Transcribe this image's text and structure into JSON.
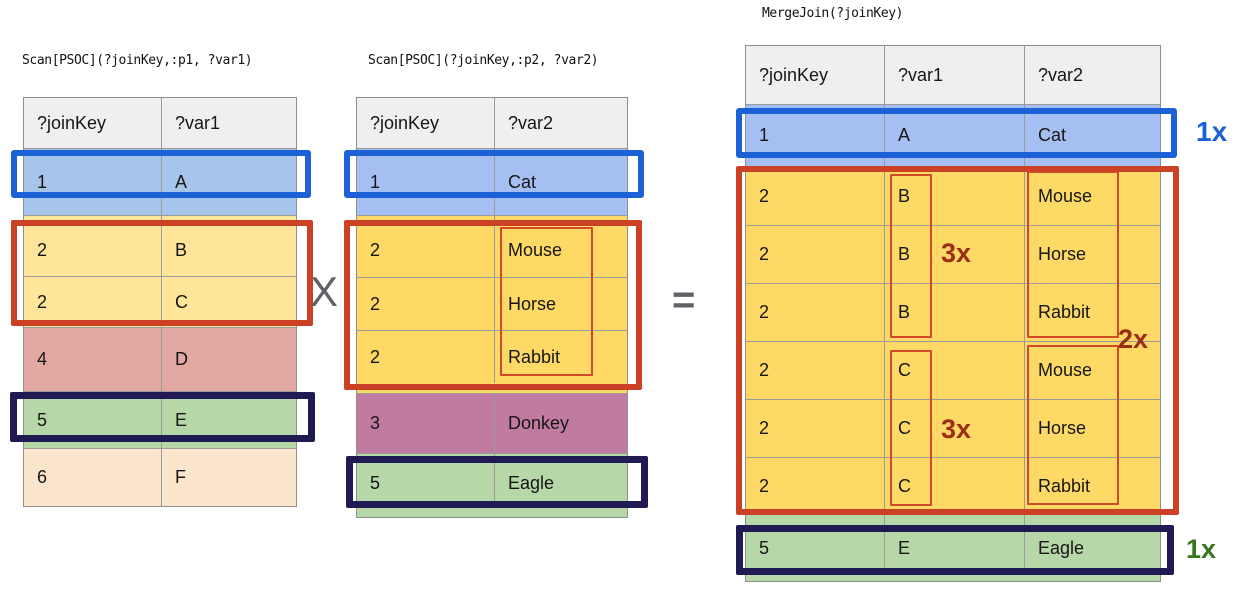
{
  "titles": {
    "left": "Scan[PSOC](?joinKey,:p1, ?var1)",
    "middle": "Scan[PSOC](?joinKey,:p2, ?var2)",
    "right": "MergeJoin(?joinKey)"
  },
  "operators": {
    "times": "X",
    "equals": "="
  },
  "left_table": {
    "headers": [
      "?joinKey",
      "?var1"
    ],
    "rows": [
      {
        "key": "1",
        "val": "A",
        "color": "blue"
      },
      {
        "key": "2",
        "val": "B",
        "color": "yellow"
      },
      {
        "key": "2",
        "val": "C",
        "color": "yellow"
      },
      {
        "key": "4",
        "val": "D",
        "color": "pink"
      },
      {
        "key": "5",
        "val": "E",
        "color": "green"
      },
      {
        "key": "6",
        "val": "F",
        "color": "peach"
      }
    ]
  },
  "middle_table": {
    "headers": [
      "?joinKey",
      "?var2"
    ],
    "rows": [
      {
        "key": "1",
        "val": "Cat",
        "color": "blue"
      },
      {
        "key": "2",
        "val": "Mouse",
        "color": "yellow"
      },
      {
        "key": "2",
        "val": "Horse",
        "color": "yellow"
      },
      {
        "key": "2",
        "val": "Rabbit",
        "color": "yellow"
      },
      {
        "key": "3",
        "val": "Donkey",
        "color": "magenta"
      },
      {
        "key": "5",
        "val": "Eagle",
        "color": "green"
      }
    ]
  },
  "right_table": {
    "headers": [
      "?joinKey",
      "?var1",
      "?var2"
    ],
    "rows": [
      {
        "key": "1",
        "var1": "A",
        "var2": "Cat",
        "color": "blue"
      },
      {
        "key": "2",
        "var1": "B",
        "var2": "Mouse",
        "color": "yellow"
      },
      {
        "key": "2",
        "var1": "B",
        "var2": "Horse",
        "color": "yellow"
      },
      {
        "key": "2",
        "var1": "B",
        "var2": "Rabbit",
        "color": "yellow"
      },
      {
        "key": "2",
        "var1": "C",
        "var2": "Mouse",
        "color": "yellow"
      },
      {
        "key": "2",
        "var1": "C",
        "var2": "Horse",
        "color": "yellow"
      },
      {
        "key": "2",
        "var1": "C",
        "var2": "Rabbit",
        "color": "yellow"
      },
      {
        "key": "5",
        "var1": "E",
        "var2": "Eagle",
        "color": "green"
      }
    ]
  },
  "annotations": {
    "blue_1x": "1x",
    "b_group_3x": "3x",
    "c_group_3x": "3x",
    "outer_2x": "2x",
    "green_1x": "1x"
  },
  "colors": {
    "header_bg": "#efefef",
    "grid": "#9a9a9a",
    "row_blue_left": "#a6c5ea",
    "row_blue": "#a6bff2",
    "row_yellow_light": "#ffe599",
    "row_yellow": "#ffd966",
    "row_pink": "#e2a9a3",
    "row_magenta": "#c27ba0",
    "row_green": "#b6d7a8",
    "row_peach": "#fce5cd",
    "box_blue": "#1c62d6",
    "box_red": "#cc4125",
    "box_red_thin": "#d04a2a",
    "box_navy": "#201a52",
    "label_dark_red": "#9a2d12",
    "label_blue": "#1c62d6",
    "label_green": "#38761d",
    "operator_gray": "#5f6368"
  }
}
